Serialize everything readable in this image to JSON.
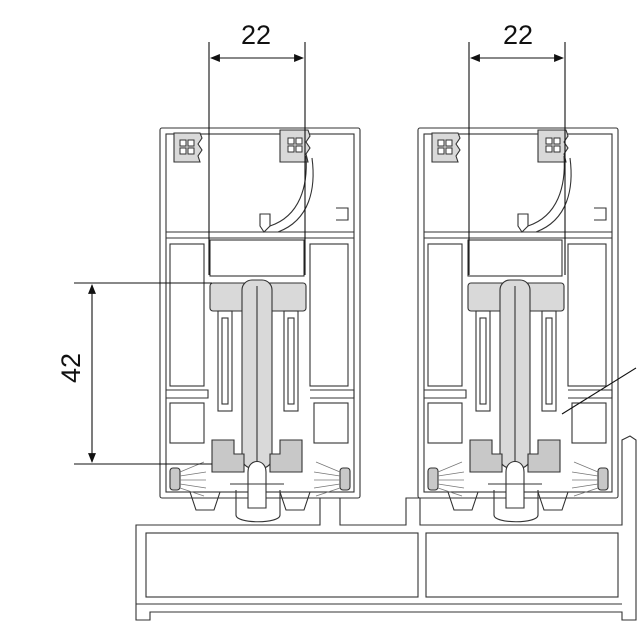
{
  "dimensions": {
    "left_width_label": "22",
    "right_width_label": "22",
    "height_label": "42"
  },
  "colors": {
    "line": "#333333",
    "gasket_fill": "#d9d9d9",
    "background": "#ffffff"
  }
}
